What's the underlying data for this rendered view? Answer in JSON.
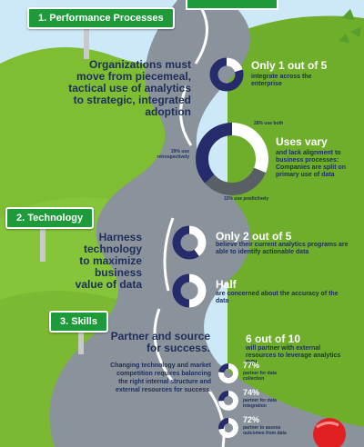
{
  "colors": {
    "sky": "#cde9f7",
    "grass": "#6fae2b",
    "road": "#8a939b",
    "sign_green": "#1f9a3a",
    "navy": "#262c6b",
    "text_navy": "#1e2d5a",
    "ring_gray": "#5a5f66"
  },
  "sections": {
    "performance": {
      "label": "1. Performance Processes",
      "headline": "Organizations must move from piecemeal, tactical use of analytics to strategic, integrated adoption",
      "stat1": {
        "big": "Only 1 out of 5",
        "sub": "integrate across the enterprise",
        "fraction": 0.2
      },
      "stat2": {
        "big": "Uses vary",
        "sub": "and lack alignment to business processes: Companies are split on primary use of data",
        "label_both": "28% use both",
        "label_retro": "29% use retrospectively",
        "label_pred": "33% use predictively",
        "values": [
          28,
          29,
          33
        ]
      }
    },
    "technology": {
      "label": "2. Technology",
      "headline": "Harness technology to maximize business value of data",
      "stat1": {
        "big": "Only 2 out of 5",
        "sub": "believe their current analytics programs are able to identify actionable data",
        "fraction": 0.4
      },
      "stat2": {
        "big": "Half",
        "sub": "are concerned about the accuracy of the data",
        "fraction": 0.5
      }
    },
    "skills": {
      "label": "3. Skills",
      "headline": "Partner and source for success.",
      "paragraph": "Changing technology and market competition requires balancing the right internal structure and external resources for success.",
      "stat1": {
        "big": "6 out of 10",
        "sub": "will partner with external resources to leverage analytics ROI"
      },
      "items": [
        {
          "pct": "77%",
          "caption": "partner for data collection",
          "fraction": 0.77
        },
        {
          "pct": "74%",
          "caption": "partner for data integration",
          "fraction": 0.74
        },
        {
          "pct": "72%",
          "caption": "partner to assess outcomes from data",
          "fraction": 0.72
        }
      ]
    }
  }
}
